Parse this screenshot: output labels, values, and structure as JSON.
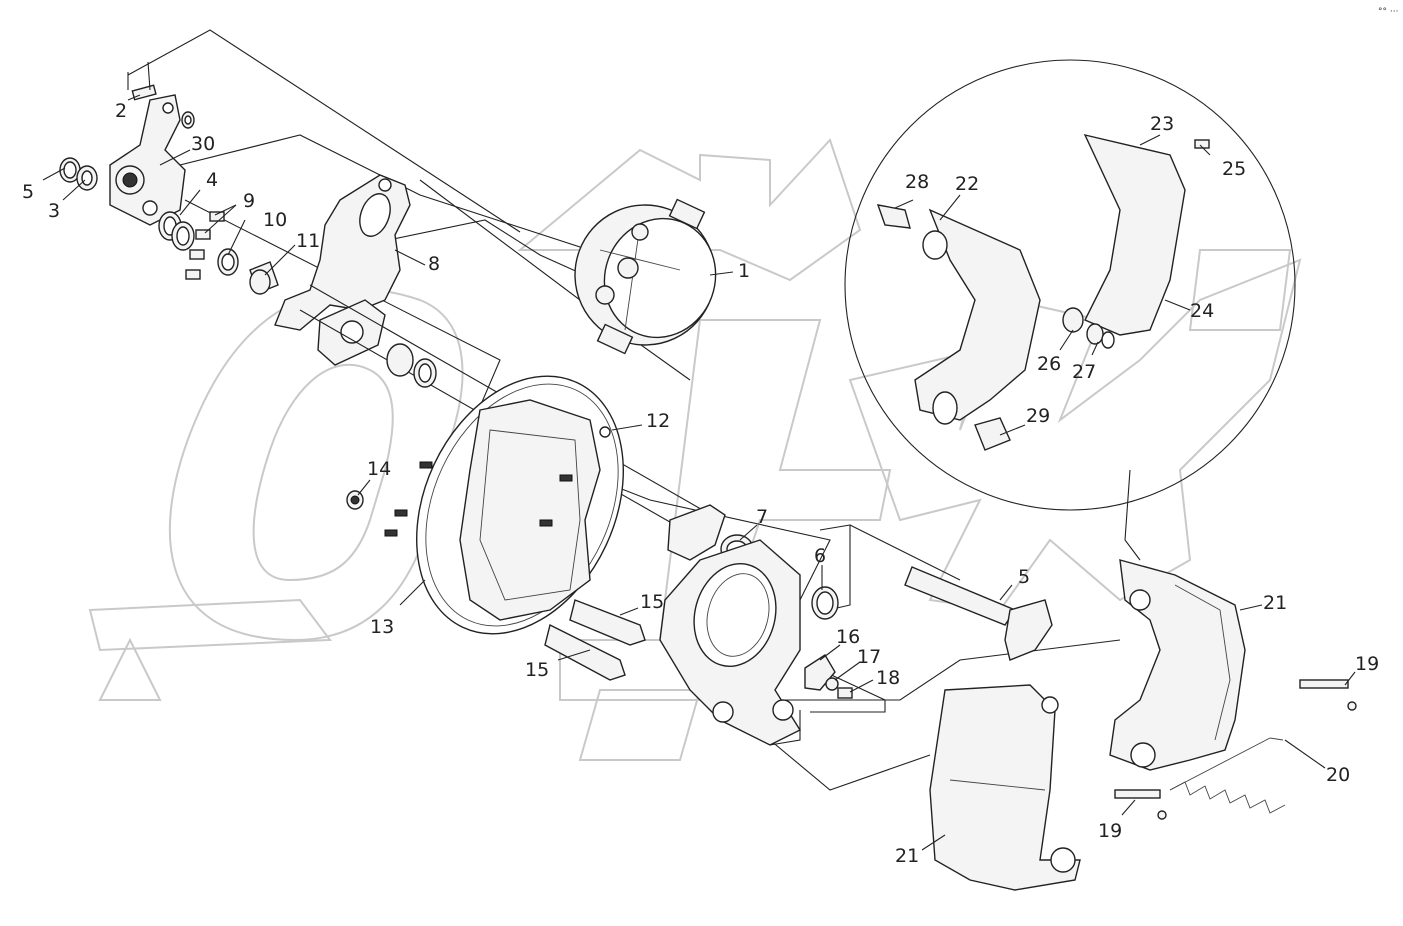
{
  "corner_mark": "°° ···",
  "callouts": [
    {
      "id": "c2",
      "text": "2"
    },
    {
      "id": "c30",
      "text": "30"
    },
    {
      "id": "c5a",
      "text": "5"
    },
    {
      "id": "c3",
      "text": "3"
    },
    {
      "id": "c4",
      "text": "4"
    },
    {
      "id": "c9",
      "text": "9"
    },
    {
      "id": "c10",
      "text": "10"
    },
    {
      "id": "c11",
      "text": "11"
    },
    {
      "id": "c8",
      "text": "8"
    },
    {
      "id": "c1",
      "text": "1"
    },
    {
      "id": "c28",
      "text": "28"
    },
    {
      "id": "c22",
      "text": "22"
    },
    {
      "id": "c23",
      "text": "23"
    },
    {
      "id": "c25",
      "text": "25"
    },
    {
      "id": "c24",
      "text": "24"
    },
    {
      "id": "c26",
      "text": "26"
    },
    {
      "id": "c27",
      "text": "27"
    },
    {
      "id": "c29",
      "text": "29"
    },
    {
      "id": "c12",
      "text": "12"
    },
    {
      "id": "c14",
      "text": "14"
    },
    {
      "id": "c13",
      "text": "13"
    },
    {
      "id": "c7",
      "text": "7"
    },
    {
      "id": "c6",
      "text": "6"
    },
    {
      "id": "c5b",
      "text": "5"
    },
    {
      "id": "c15a",
      "text": "15"
    },
    {
      "id": "c15b",
      "text": "15"
    },
    {
      "id": "c16",
      "text": "16"
    },
    {
      "id": "c17",
      "text": "17"
    },
    {
      "id": "c18",
      "text": "18"
    },
    {
      "id": "c21a",
      "text": "21"
    },
    {
      "id": "c19a",
      "text": "19"
    },
    {
      "id": "c20",
      "text": "20"
    },
    {
      "id": "c19b",
      "text": "19"
    },
    {
      "id": "c21b",
      "text": "21"
    }
  ]
}
